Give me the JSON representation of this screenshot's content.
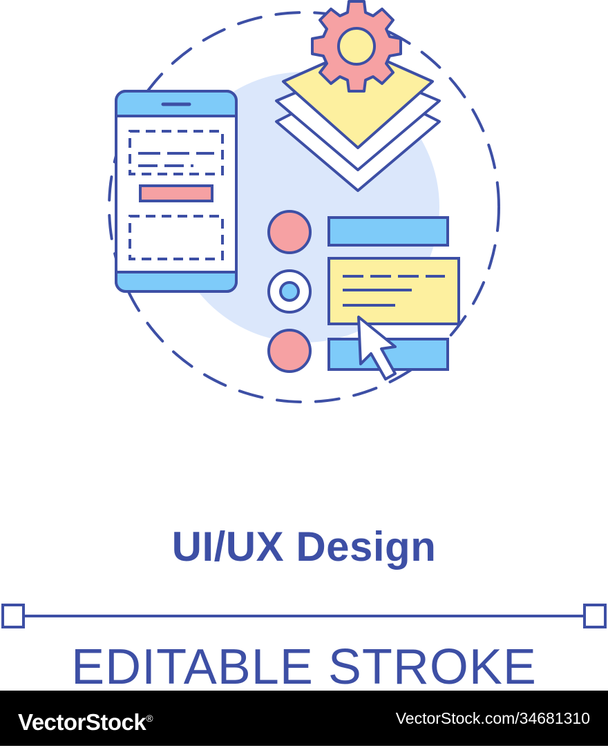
{
  "title": "UI/UX Design",
  "subtitle": "EDITABLE STROKE",
  "footer": {
    "brand": "VectorStock",
    "brand_trademark": "®",
    "reference": "VectorStock.com/34681310"
  },
  "colors": {
    "stroke": "#3d4fa5",
    "blue_fill": "#7ecbf9",
    "pink_fill": "#f6a1a3",
    "yellow_fill": "#fdf09f",
    "background_circle": "#dbe7fb",
    "footer_background": "#000000"
  },
  "icons": [
    "dashed-circle-icon",
    "smartphone-wireframe-icon",
    "gear-icon",
    "layers-icon",
    "radio-list-icon",
    "cursor-icon"
  ]
}
